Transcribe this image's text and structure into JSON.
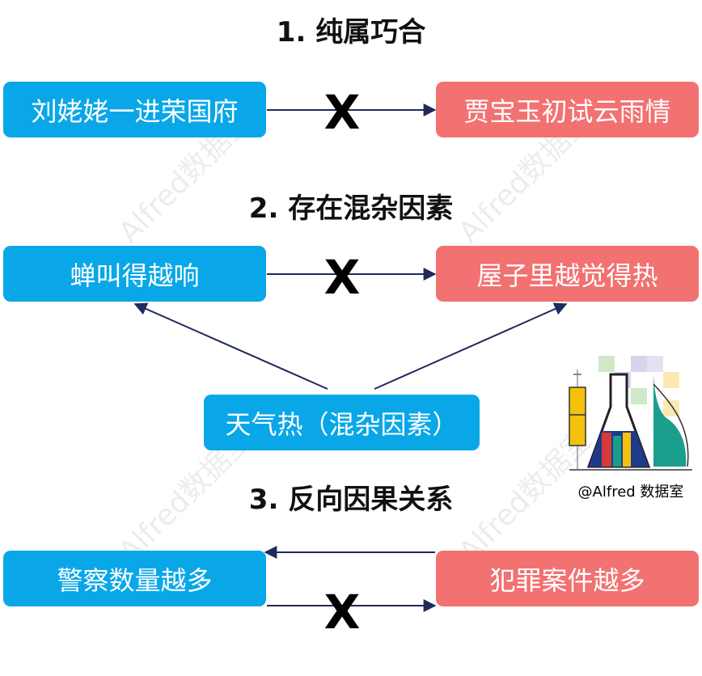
{
  "sections": {
    "s1": {
      "title": "1. 纯属巧合",
      "left": "刘姥姥一进荣国府",
      "right": "贾宝玉初试云雨情",
      "cross": "X"
    },
    "s2": {
      "title": "2. 存在混杂因素",
      "left": "蝉叫得越响",
      "right": "屋子里越觉得热",
      "cross": "X",
      "confounder": "天气热（混杂因素）"
    },
    "s3": {
      "title": "3. 反向因果关系",
      "left": "警察数量越多",
      "right": "犯罪案件越多",
      "cross": "X"
    }
  },
  "watermark": "Alfred数据室",
  "logo": {
    "caption": "@Alfred 数据室"
  },
  "colors": {
    "blue_box": "#09A7E8",
    "red_box": "#F27171",
    "arrow": "#1F2A5C",
    "logo_yellow": "#F4C20D",
    "logo_teal": "#1A9E8E",
    "logo_red": "#D73A3A",
    "logo_navy": "#1F3A8A"
  }
}
